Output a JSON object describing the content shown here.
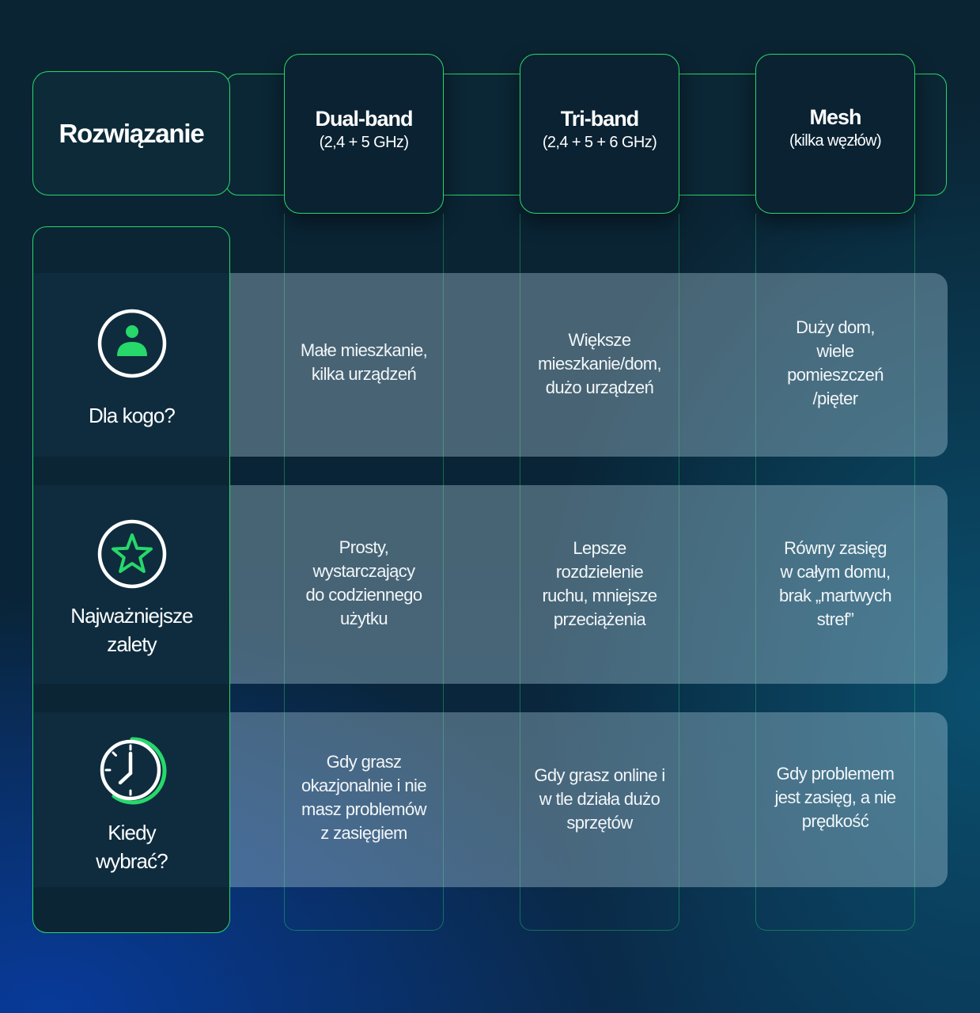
{
  "header": {
    "row_title": "Rozwiązanie",
    "columns": [
      {
        "title": "Dual-band",
        "subtitle": "(2,4 + 5 GHz)"
      },
      {
        "title": "Tri-band",
        "subtitle": "(2,4 + 5 + 6 GHz)"
      },
      {
        "title": "Mesh",
        "subtitle": "(kilka węzłów)"
      }
    ]
  },
  "rows": [
    {
      "label_lines": [
        "Dla kogo?"
      ],
      "icon": "person-icon",
      "cells": [
        [
          "Małe mieszkanie,",
          "kilka urządzeń"
        ],
        [
          "Większe",
          "mieszkanie/dom,",
          "dużo urządzeń"
        ],
        [
          "Duży dom,",
          "wiele",
          "pomieszczeń",
          "/pięter"
        ]
      ]
    },
    {
      "label_lines": [
        "Najważniejsze",
        "zalety"
      ],
      "icon": "star-icon",
      "cells": [
        [
          "Prosty,",
          "wystarczający",
          "do codziennego",
          "użytku"
        ],
        [
          "Lepsze",
          "rozdzielenie",
          "ruchu, mniejsze",
          "przeciążenia"
        ],
        [
          "Równy zasięg",
          "w całym domu,",
          "brak „martwych",
          "stref”"
        ]
      ]
    },
    {
      "label_lines": [
        "Kiedy",
        "wybrać?"
      ],
      "icon": "clock-icon",
      "cells": [
        [
          "Gdy grasz",
          "okazjonalnie i nie",
          "masz problemów",
          "z zasięgiem"
        ],
        [
          "Gdy grasz online i",
          "w tle działa dużo",
          "sprzętów"
        ],
        [
          "Gdy problemem",
          "jest zasięg, a nie",
          "prędkość"
        ]
      ]
    }
  ],
  "colors": {
    "accent_green": "#27d86a",
    "background_dark": "#0b2433",
    "row_band": "#a5c6d4"
  }
}
